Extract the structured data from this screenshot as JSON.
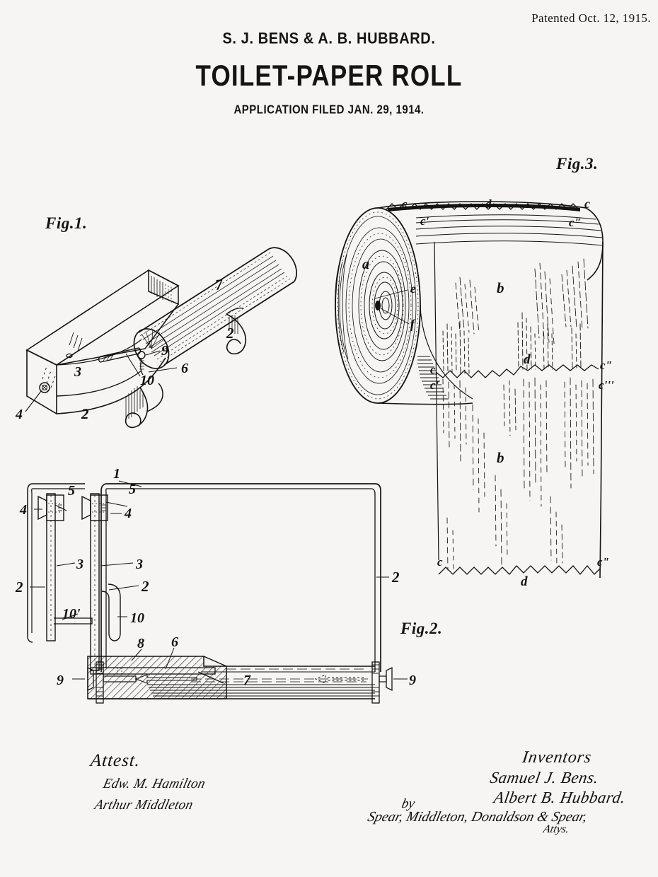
{
  "header": {
    "patented": "Patented  Oct. 12, 1915.",
    "inventors_line": "S. J. BENS & A. B. HUBBARD.",
    "title": "TOILET-PAPER ROLL",
    "application": "APPLICATION FILED JAN. 29, 1914."
  },
  "figures": {
    "fig1": {
      "caption": "Fig.1.",
      "labels": {
        "roller": "7",
        "arm_right": "2",
        "arm_left": "2",
        "bracket": "3",
        "pin": "10",
        "hub": "6",
        "axle": "9",
        "screw": "4"
      }
    },
    "fig2": {
      "caption": "Fig.2.",
      "labels": {
        "top_bar": "1",
        "knob_left": "4",
        "knob_right": "4",
        "plate_left": "5",
        "plate_right": "5",
        "side_left": "2",
        "side_mid": "2",
        "side_right": "2",
        "strip_left": "3",
        "strip_right": "3",
        "lug_left": "10'",
        "lug_right": "10",
        "core_wall": "8",
        "spindle": "6",
        "roller": "7",
        "end_screw_left": "9",
        "end_screw_right": "9"
      }
    },
    "fig3": {
      "caption": "Fig.3.",
      "labels": {
        "roll_end": "a",
        "sheet": "b",
        "perf_top_left": "c",
        "perf_top_right": "c",
        "perf_top_c1": "c'",
        "perf_top_c2": "c\"",
        "perf_top_d": "d",
        "perf_mid_c": "c",
        "perf_mid_c1": "c'",
        "perf_mid_d": "d",
        "perf_mid_c2": "c\"",
        "perf_mid_c3": "c'''",
        "perf_bottom_c": "c",
        "perf_bottom_d": "d",
        "perf_bottom_c2": "c\"",
        "core_spiral": "e",
        "core_hole": "f"
      }
    }
  },
  "attest": {
    "heading": "Attest.",
    "signatures": [
      "Edw. M. Hamilton",
      "Arthur Middleton"
    ]
  },
  "inventors": {
    "heading": "Inventors",
    "names": [
      "Samuel J. Bens.",
      "Albert B. Hubbard."
    ],
    "by": "by",
    "attorneys": "Spear, Middleton, Donaldson & Spear,",
    "attys_label": "Attys."
  },
  "colors": {
    "paper": "#f7f5f3",
    "ink": "#131313"
  }
}
